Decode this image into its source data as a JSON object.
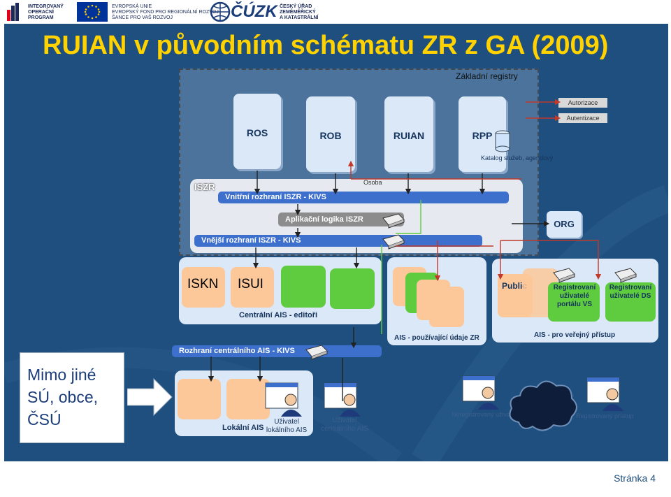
{
  "logos": {
    "op_line1": "INTEGROVANÝ",
    "op_line2": "OPERAČNÍ",
    "op_line3": "PROGRAM",
    "eu_line1": "EVROPSKÁ UNIE",
    "eu_line2": "EVROPSKÝ FOND PRO REGIONÁLNÍ ROZVOJ",
    "eu_line3": "ŠANCE PRO VAŠ ROZVOJ",
    "cuzk_mark": "ČÚZK",
    "cuzk_line1": "ČESKÝ ÚŘAD",
    "cuzk_line2": "ZEMĚMĚŘICKÝ",
    "cuzk_line3": "A KATASTRÁLNÍ"
  },
  "title": "RUIAN v původním schématu ZR z GA (2009)",
  "diagram": {
    "zakladni_registry": "Základní registry",
    "registries": [
      "ROS",
      "ROB",
      "RUIAN",
      "RPP"
    ],
    "katalog": "Katalog služeb, agendový",
    "autorizace": "Autorizace",
    "autentizace": "Autentizace",
    "iszr": "ISZR",
    "osoba": "Osoba",
    "vnitrni": "Vnitřní rozhraní ISZR - KIVS",
    "aplikacni": "Aplikační logika ISZR",
    "vnejsi": "Vnější rozhraní ISZR - KIVS",
    "org": "ORG",
    "iskn": "ISKN",
    "isui": "ISUI",
    "centralni": "Centrální AIS - editoři",
    "ais_zr": "AIS - používající údaje ZR",
    "public": "Public",
    "reg_portal": "Registrovaní uživatelé portálu VS",
    "reg_ds": "Registrovaní uživatelé DS",
    "ais_verejny": "AIS - pro veřejný přístup",
    "rozhrani_centralniho": "Rozhraní centrálního AIS - KIVS",
    "lokalni": "Lokální AIS",
    "uzivatel_lokalniho": "Uživatel lokálního AIS",
    "uzivatel_centralniho": "Uživatel centrálního AIS",
    "neregistrovany": "Neregistrovaný uživatel",
    "registrovany_pristup": "Registrovaný přístup",
    "mimo_line1": "Mimo jiné",
    "mimo_line2": "SÚ, obce,",
    "mimo_line3": "ČSÚ"
  },
  "colors": {
    "slide_bg": "#1f4f7e",
    "title": "#ffd200",
    "bar_blue": "#3d6fcc",
    "orange_box": "#fcc89a",
    "green_box": "#5fcb3f",
    "arrow_red": "#c0392b"
  },
  "footer": {
    "page": "Stránka 4"
  }
}
